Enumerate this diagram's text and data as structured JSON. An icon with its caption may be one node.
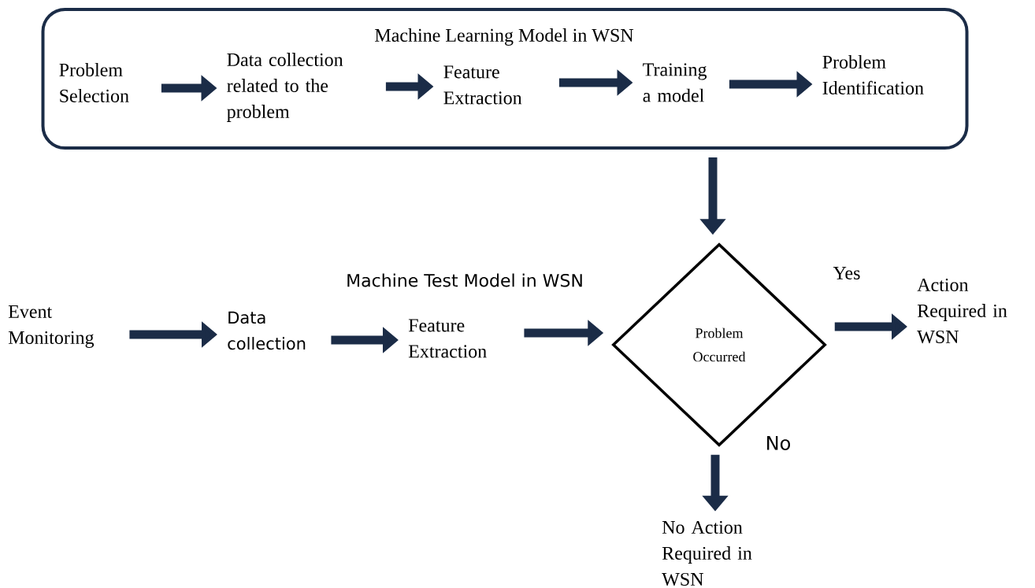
{
  "diagram": {
    "nodes": [
      {
        "text": [
          "Machine Learning Model in WSN"
        ]
      },
      {
        "text": [
          "Problem Selection"
        ],
        "in": 0
      },
      {
        "text": [
          "Data collection related to the problem"
        ],
        "in": 0
      },
      {
        "text": [
          "Feature Extraction"
        ],
        "in": 0
      },
      {
        "text": [
          "Training a model"
        ],
        "in": 0
      },
      {
        "text": [
          "Problem Identification"
        ],
        "in": 0
      },
      {
        "text": [
          "Event Monitoring"
        ]
      },
      {
        "text": [
          "Data collection"
        ]
      },
      {
        "text": [
          "Feature Extraction"
        ]
      },
      {
        "text": [
          "Problem Occurred"
        ]
      },
      {
        "text": [
          "Action Required in WSN"
        ]
      },
      {
        "text": [
          "No Action Required in WSN"
        ]
      }
    ],
    "edges": [
      {
        "from": 1,
        "to": 2,
        "arrow": "to"
      },
      {
        "from": 2,
        "to": 3,
        "arrow": "to"
      },
      {
        "from": 3,
        "to": 4,
        "arrow": "to"
      },
      {
        "from": 4,
        "to": 5,
        "arrow": "to"
      },
      {
        "from": 0,
        "to": 9,
        "arrow": "to"
      },
      {
        "from": 6,
        "to": 7,
        "arrow": "to"
      },
      {
        "from": 7,
        "to": 8,
        "arrow": "to"
      },
      {
        "from": 8,
        "to": 9,
        "arrow": "to"
      },
      {
        "from": 9,
        "to": 10,
        "label": "Yes",
        "arrow": "to"
      },
      {
        "from": 9,
        "to": 11,
        "label": "No",
        "arrow": "to"
      }
    ],
    "labels": [
      "Machine Test Model in WSN"
    ]
  }
}
